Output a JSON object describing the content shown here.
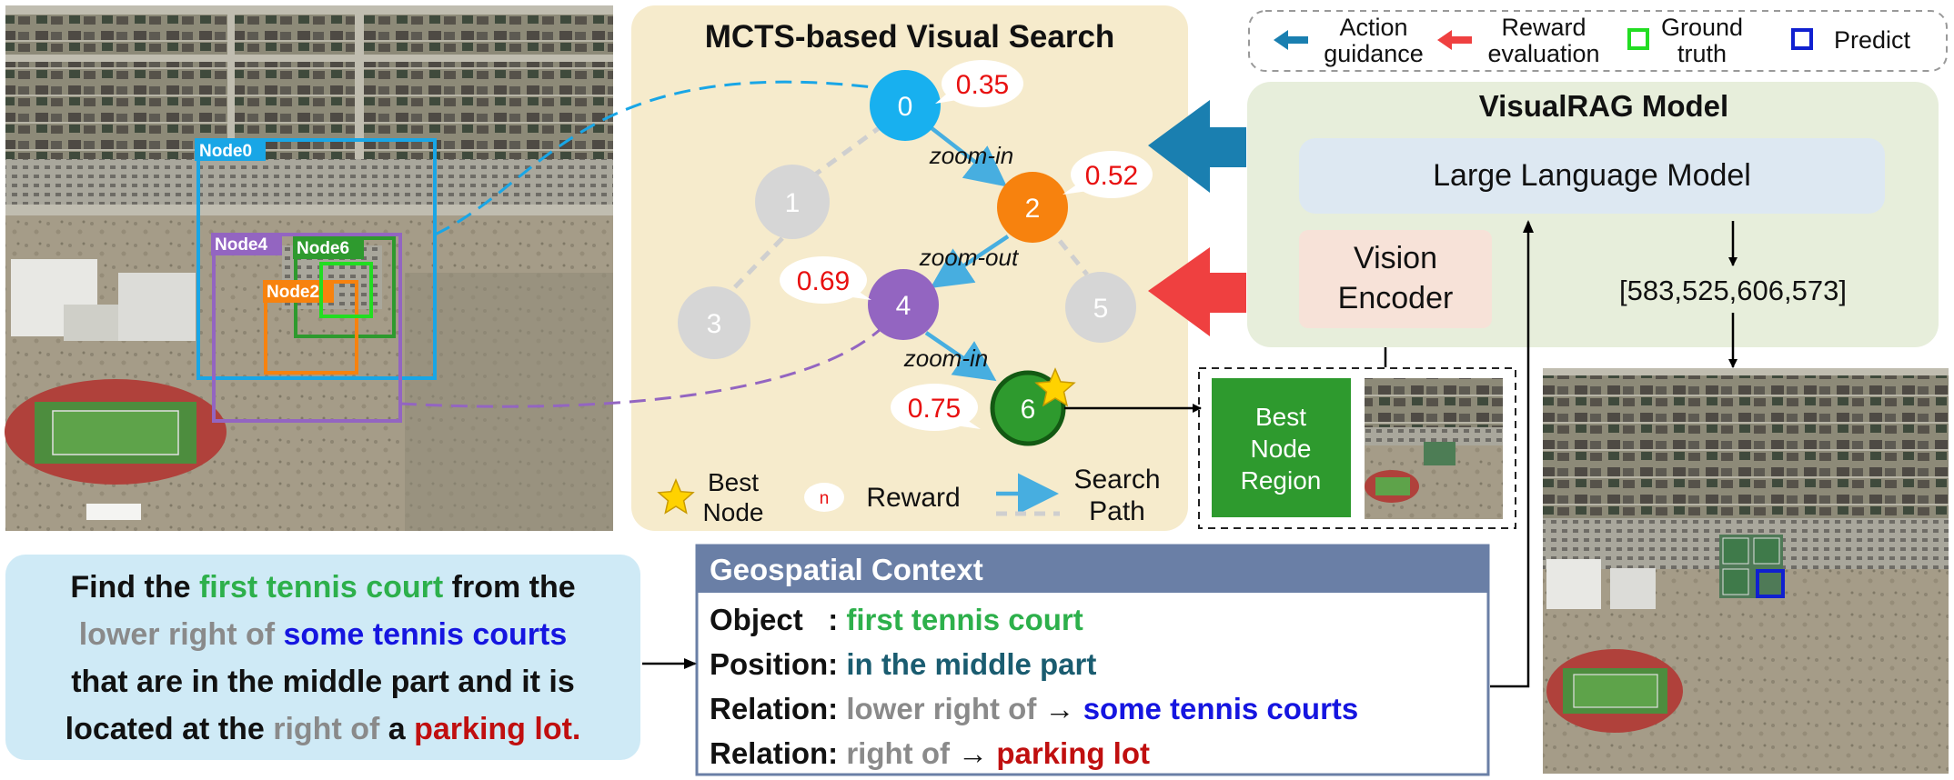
{
  "mcts": {
    "title": "MCTS-based Visual Search",
    "nodes": [
      {
        "id": "0",
        "color": "#18b0ef",
        "reward": "0.35"
      },
      {
        "id": "1",
        "color": "#d6d6d6",
        "reward": ""
      },
      {
        "id": "2",
        "color": "#f7820e",
        "reward": "0.52"
      },
      {
        "id": "3",
        "color": "#d6d6d6",
        "reward": ""
      },
      {
        "id": "4",
        "color": "#9365c1",
        "reward": "0.69"
      },
      {
        "id": "5",
        "color": "#d6d6d6",
        "reward": ""
      },
      {
        "id": "6",
        "color": "#2e9a2e",
        "reward": "0.75"
      }
    ],
    "actions": [
      "zoom-in",
      "zoom-out",
      "zoom-in"
    ],
    "legend": {
      "best_node": [
        "Best",
        "Node"
      ],
      "reward_symbol": "n",
      "reward": "Reward",
      "search_path": [
        "Search",
        "Path"
      ]
    }
  },
  "top_legend": {
    "action": [
      "Action",
      "guidance"
    ],
    "reward": [
      "Reward",
      "evaluation"
    ],
    "gt": [
      "Ground",
      "truth"
    ],
    "predict": "Predict",
    "colors": {
      "action": "#1a7fb0",
      "reward": "#ef4040",
      "gt": "#22dd22",
      "predict": "#1020d0"
    }
  },
  "model": {
    "title": "VisualRAG Model",
    "llm": "Large Language Model",
    "encoder": [
      "Vision",
      "Encoder"
    ],
    "output": "[583,525,606,573]"
  },
  "best_region": [
    "Best",
    "Node",
    "Region"
  ],
  "image_labels": {
    "node0": "Node0",
    "node4": "Node4",
    "node6": "Node6",
    "node2": "Node2"
  },
  "query": {
    "lines": [
      [
        {
          "t": "Find the ",
          "c": "#111111"
        },
        {
          "t": "first tennis court",
          "c": "#2db04b"
        },
        {
          "t": " from the",
          "c": "#111111"
        }
      ],
      [
        {
          "t": "lower right of ",
          "c": "#8a8a8a"
        },
        {
          "t": "some tennis courts",
          "c": "#1515e0"
        }
      ],
      [
        {
          "t": "that are in the middle part and it is",
          "c": "#111111"
        }
      ],
      [
        {
          "t": "located at the ",
          "c": "#111111"
        },
        {
          "t": "right of",
          "c": "#8a8a8a"
        },
        {
          "t": " a ",
          "c": "#111111"
        },
        {
          "t": "parking lot.",
          "c": "#c00f0f"
        }
      ]
    ]
  },
  "context": {
    "title": "Geospatial Context",
    "rows": [
      [
        {
          "t": "Object   : ",
          "c": "#111111"
        },
        {
          "t": "first tennis court",
          "c": "#2db04b"
        }
      ],
      [
        {
          "t": "Position: ",
          "c": "#111111"
        },
        {
          "t": "in the middle part",
          "c": "#1a5c70"
        }
      ],
      [
        {
          "t": "Relation: ",
          "c": "#111111"
        },
        {
          "t": "lower right of ",
          "c": "#8a8a8a"
        },
        {
          "t": "→ ",
          "c": "#111111"
        },
        {
          "t": "some tennis courts",
          "c": "#1515e0"
        }
      ],
      [
        {
          "t": "Relation: ",
          "c": "#111111"
        },
        {
          "t": "right of ",
          "c": "#8a8a8a"
        },
        {
          "t": "→ ",
          "c": "#111111"
        },
        {
          "t": "parking lot",
          "c": "#c00f0f"
        }
      ]
    ]
  }
}
